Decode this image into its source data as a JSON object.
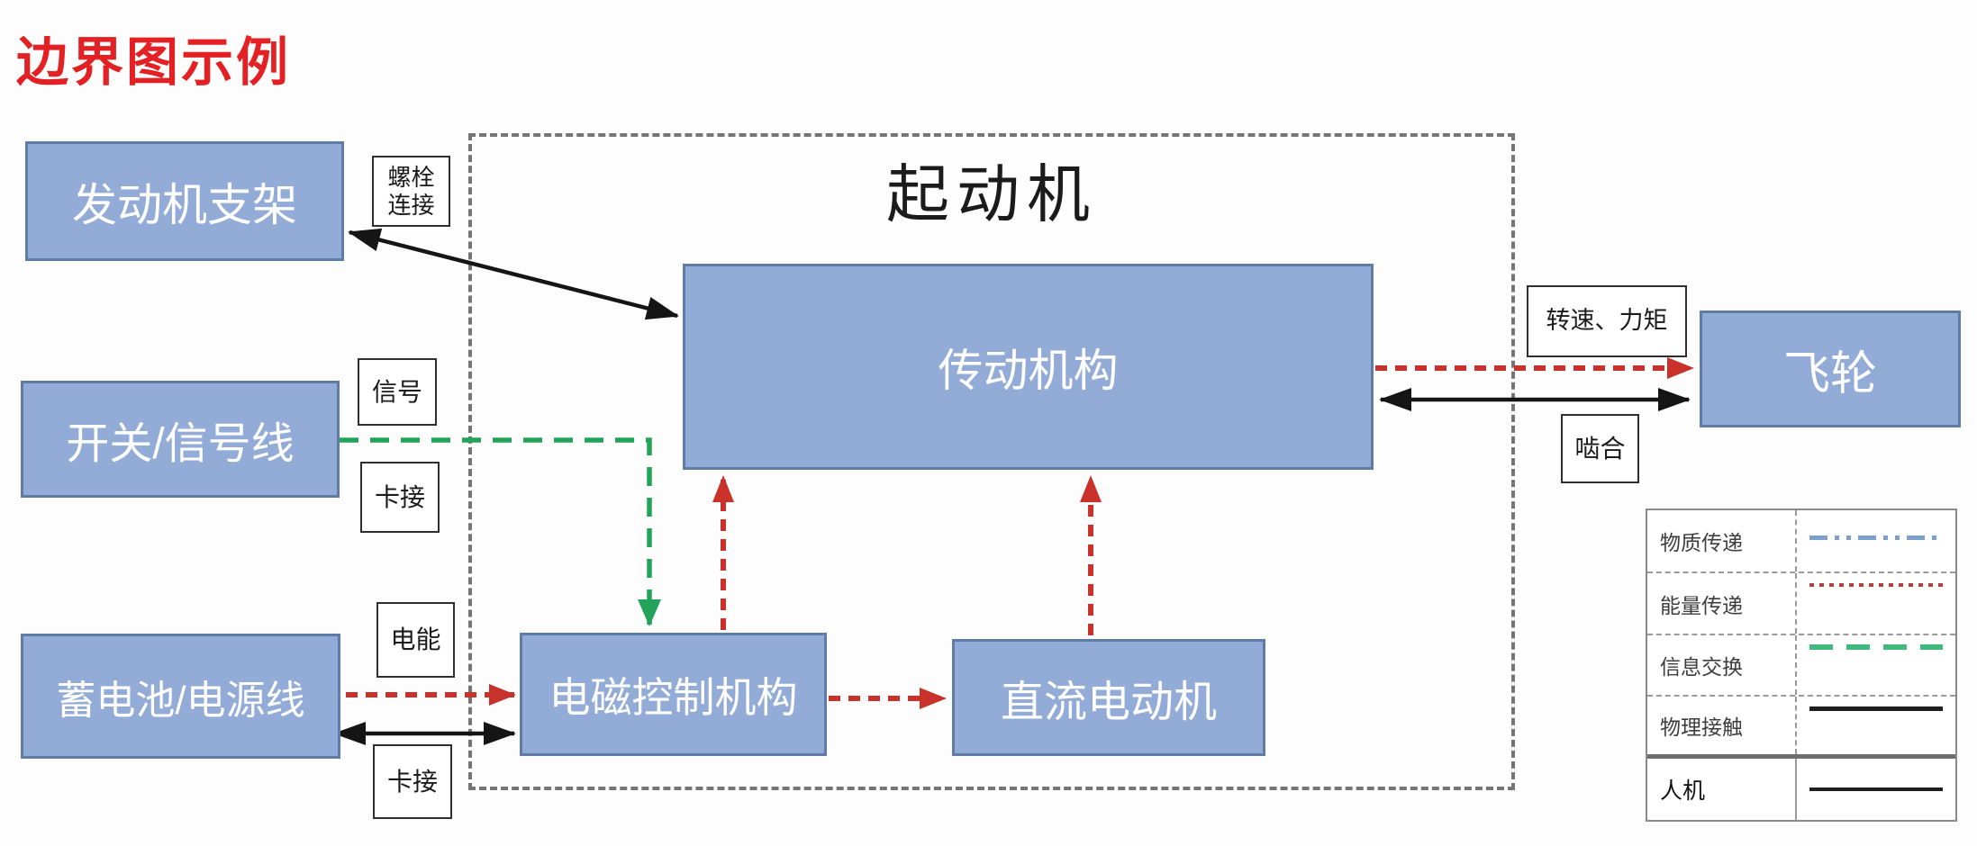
{
  "title": "边界图示例",
  "boundary": {
    "label": "起动机"
  },
  "nodes": [
    {
      "id": "engine-bracket",
      "label": "发动机支架"
    },
    {
      "id": "switch-signal",
      "label": "开关/信号线"
    },
    {
      "id": "battery-power",
      "label": "蓄电池/电源线"
    },
    {
      "id": "transmission",
      "label": "传动机构"
    },
    {
      "id": "solenoid-control",
      "label": "电磁控制机构"
    },
    {
      "id": "dc-motor",
      "label": "直流电动机"
    },
    {
      "id": "flywheel",
      "label": "飞轮"
    }
  ],
  "connector_labels": {
    "bolt": "螺栓\n连接",
    "signal": "信号",
    "clamp_upper": "卡接",
    "power": "电能",
    "clamp_lower": "卡接",
    "speed_torque": "转速、力矩",
    "mesh": "啮合"
  },
  "legend": {
    "rows": [
      {
        "label": "物质传递",
        "type": "material",
        "color": "#7ba0cc"
      },
      {
        "label": "能量传递",
        "type": "energy",
        "color": "#b3413a"
      },
      {
        "label": "信息交换",
        "type": "info",
        "color": "#41b97c"
      },
      {
        "label": "物理接触",
        "type": "contact",
        "color": "#1e1e1e"
      },
      {
        "label": "人机",
        "type": "human",
        "color": "#1e1e1e"
      }
    ]
  },
  "colors": {
    "title_red": "#e32124",
    "node_fill": "#92abd7",
    "node_border": "#5f7ca6",
    "boundary_dash": "#757575",
    "arrow_black": "#151515",
    "arrow_red": "#c9312b",
    "arrow_green": "#23a35a"
  }
}
